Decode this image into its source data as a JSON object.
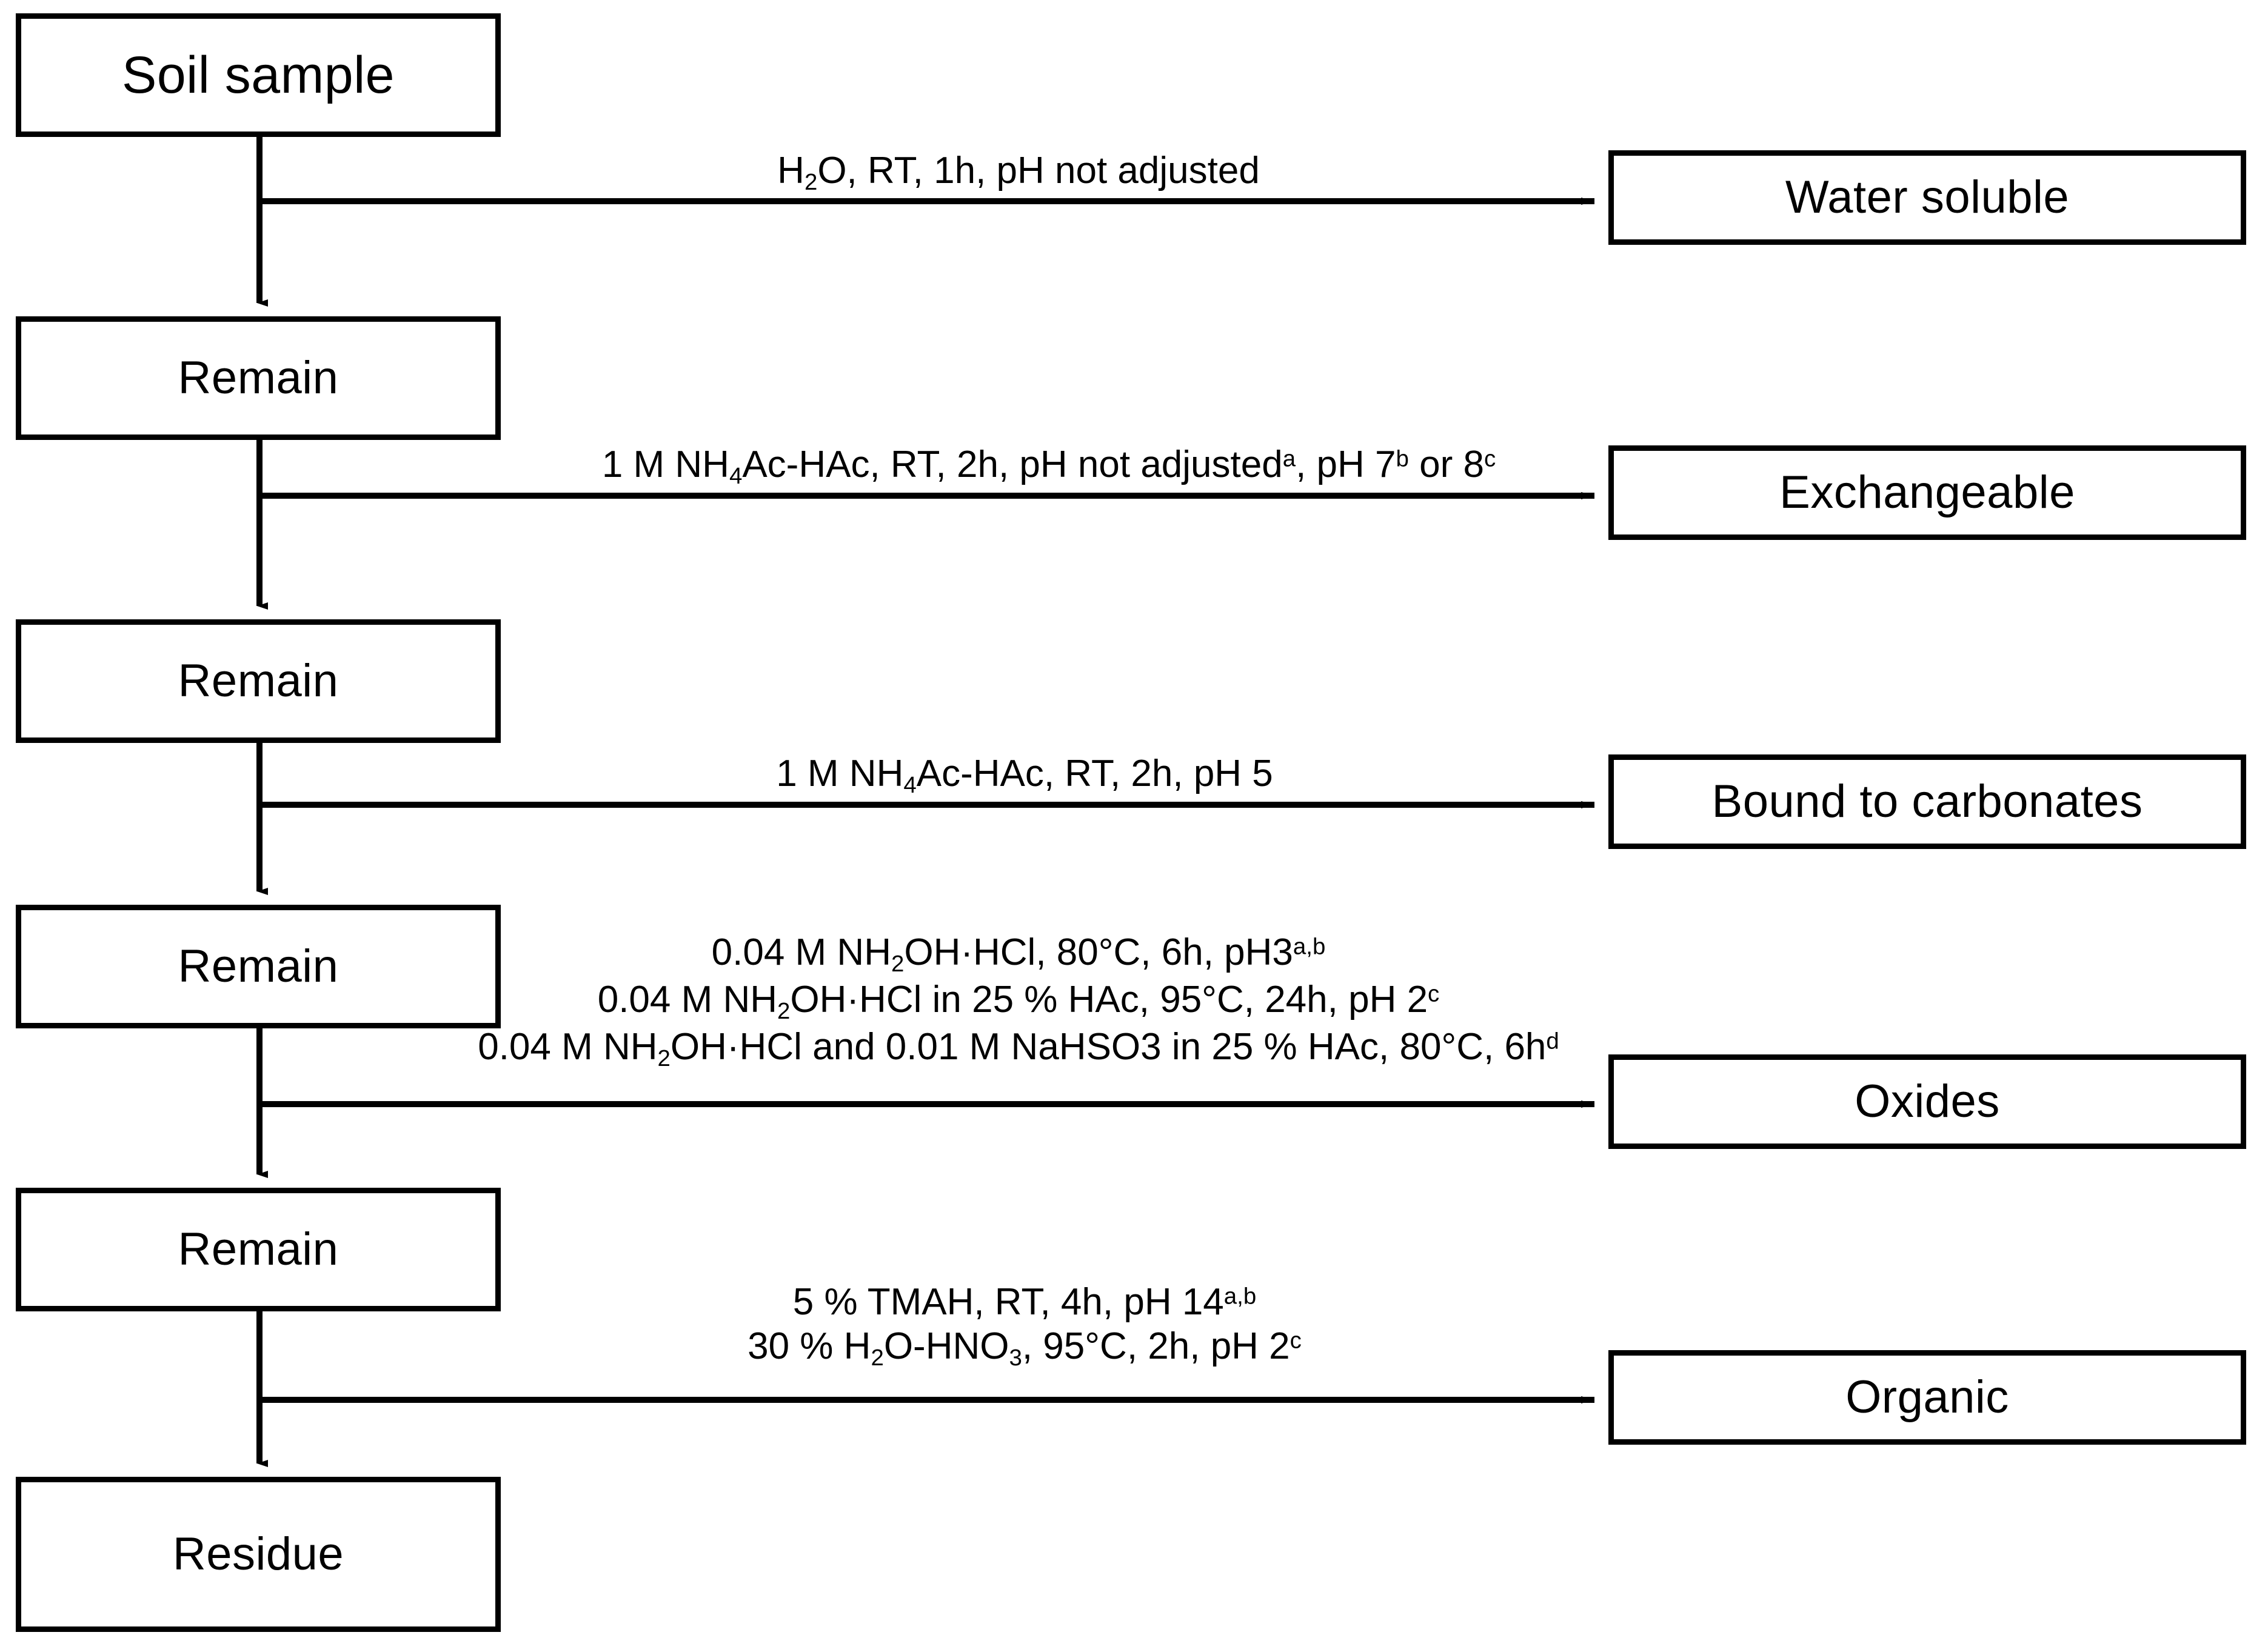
{
  "diagram": {
    "title": "Sequential extraction procedure for soil sample fractionation",
    "type": "flowchart",
    "stroke_color": "#000000",
    "background_color": "#ffffff"
  },
  "main_chain": [
    {
      "id": "soil-sample",
      "label": "Soil sample"
    },
    {
      "id": "remain-1",
      "label": "Remain"
    },
    {
      "id": "remain-2",
      "label": "Remain"
    },
    {
      "id": "remain-3",
      "label": "Remain"
    },
    {
      "id": "remain-4",
      "label": "Remain"
    },
    {
      "id": "residue",
      "label": "Residue"
    }
  ],
  "fractions": [
    {
      "id": "water-soluble",
      "label": "Water soluble"
    },
    {
      "id": "exchangeable",
      "label": "Exchangeable"
    },
    {
      "id": "bound-to-carbonates",
      "label": "Bound to carbonates"
    },
    {
      "id": "oxides",
      "label": "Oxides"
    },
    {
      "id": "organic",
      "label": "Organic"
    }
  ],
  "extraction_steps": [
    {
      "id": "step-water-soluble",
      "target": "Water soluble",
      "lines": [
        {
          "html": "H<sub>2</sub>O, RT, 1h, pH not adjusted",
          "text": "H2O, RT, 1h, pH not adjusted"
        }
      ]
    },
    {
      "id": "step-exchangeable",
      "target": "Exchangeable",
      "lines": [
        {
          "html": "1 M NH<sub>4</sub>Ac-HAc, RT, 2h, pH not adjusted<sup>a</sup>, pH 7<sup>b</sup> or 8<sup>c</sup>",
          "text": "1 M NH4Ac-HAc, RT, 2h, pH not adjusted a, pH 7 b or 8 c"
        }
      ]
    },
    {
      "id": "step-carbonates",
      "target": "Bound to carbonates",
      "lines": [
        {
          "html": "1 M NH<sub>4</sub>Ac-HAc, RT, 2h, pH 5",
          "text": "1 M NH4Ac-HAc, RT, 2h, pH 5"
        }
      ]
    },
    {
      "id": "step-oxides",
      "target": "Oxides",
      "lines": [
        {
          "html": "0.04 M NH<sub>2</sub>OH&#183;HCl, 80&#176;C, 6h, pH3<sup>a,b</sup>",
          "text": "0.04 M NH2OH.HCl, 80 C, 6h, pH3 a,b"
        },
        {
          "html": "0.04 M NH<sub>2</sub>OH&#183;HCl in 25 % HAc, 95&#176;C, 24h, pH 2<sup>c</sup>",
          "text": "0.04 M NH2OH.HCl in 25 % HAc, 95 C, 24h, pH 2 c"
        },
        {
          "html": "0.04 M NH<sub>2</sub>OH&#183;HCl and 0.01 M NaHSO3 in 25 % HAc, 80&#176;C, 6h<sup>d</sup>",
          "text": "0.04 M NH2OH.HCl and 0.01 M NaHSO3 in 25 % HAc, 80 C, 6h d"
        }
      ]
    },
    {
      "id": "step-organic",
      "target": "Organic",
      "lines": [
        {
          "html": "5 % TMAH, RT, 4h, pH 14<sup>a,b</sup>",
          "text": "5 % TMAH, RT, 4h, pH 14 a,b"
        },
        {
          "html": "30 % H<sub>2</sub>O-HNO<sub>3</sub>, 95&#176;C, 2h, pH 2<sup>c</sup>",
          "text": "30 % H2O-HNO3, 95 C, 2h, pH 2 c"
        }
      ]
    }
  ]
}
